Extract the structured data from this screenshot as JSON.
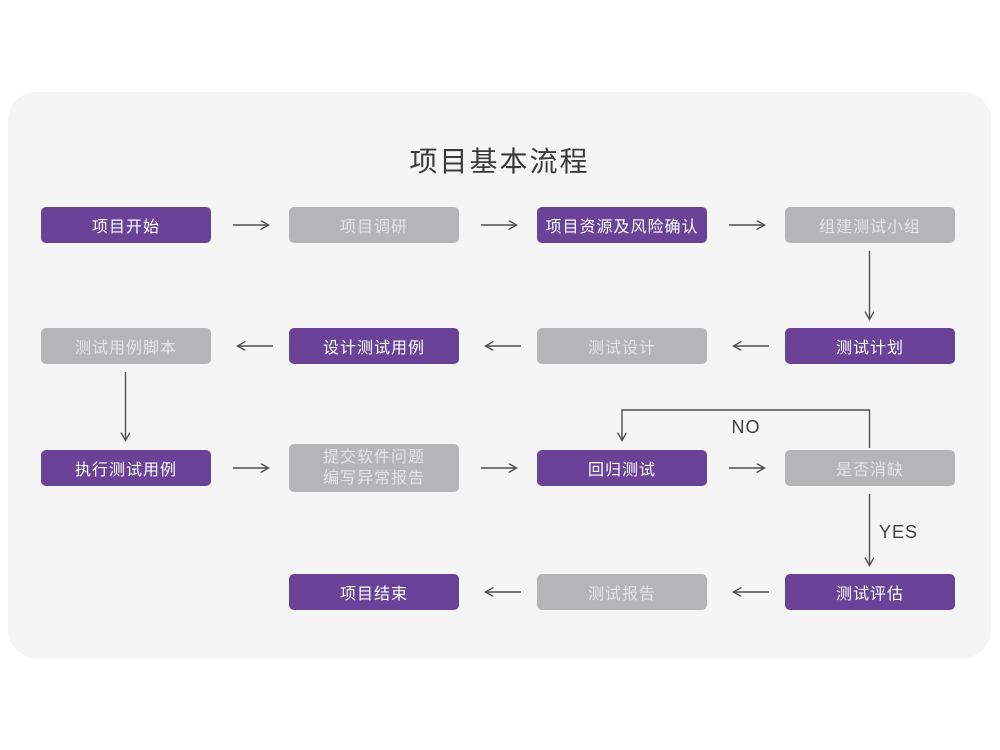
{
  "title": "项目基本流程",
  "colors": {
    "accent_purple": "#6a4297",
    "node_gray": "#b5b4b6",
    "card_background": "#f5f5f5",
    "arrow": "#4f4f4f",
    "title_text": "#3a3a3a"
  },
  "edge_labels": {
    "no": "NO",
    "yes": "YES"
  },
  "nodes": [
    {
      "id": "project-start",
      "label": "项目开始",
      "variant": "purple"
    },
    {
      "id": "project-research",
      "label": "项目调研",
      "variant": "gray"
    },
    {
      "id": "resource-risk",
      "label": "项目资源及风险确认",
      "variant": "purple"
    },
    {
      "id": "build-test-team",
      "label": "组建测试小组",
      "variant": "gray"
    },
    {
      "id": "test-plan",
      "label": "测试计划",
      "variant": "purple"
    },
    {
      "id": "test-design",
      "label": "测试设计",
      "variant": "gray"
    },
    {
      "id": "design-test-case",
      "label": "设计测试用例",
      "variant": "purple"
    },
    {
      "id": "test-case-script",
      "label": "测试用例脚本",
      "variant": "gray"
    },
    {
      "id": "execute-test-case",
      "label": "执行测试用例",
      "variant": "purple"
    },
    {
      "id": "submit-issue-report",
      "label_line1": "提交软件问题",
      "label_line2": "编写异常报告",
      "variant": "gray"
    },
    {
      "id": "regression-test",
      "label": "回归测试",
      "variant": "purple"
    },
    {
      "id": "defect-cleared",
      "label": "是否消缺",
      "variant": "gray"
    },
    {
      "id": "test-evaluation",
      "label": "测试评估",
      "variant": "purple"
    },
    {
      "id": "test-report",
      "label": "测试报告",
      "variant": "gray"
    },
    {
      "id": "project-end",
      "label": "项目结束",
      "variant": "purple"
    }
  ],
  "edges": [
    {
      "from": "project-start",
      "to": "project-research",
      "label": ""
    },
    {
      "from": "project-research",
      "to": "resource-risk",
      "label": ""
    },
    {
      "from": "resource-risk",
      "to": "build-test-team",
      "label": ""
    },
    {
      "from": "build-test-team",
      "to": "test-plan",
      "label": ""
    },
    {
      "from": "test-plan",
      "to": "test-design",
      "label": ""
    },
    {
      "from": "test-design",
      "to": "design-test-case",
      "label": ""
    },
    {
      "from": "design-test-case",
      "to": "test-case-script",
      "label": ""
    },
    {
      "from": "test-case-script",
      "to": "execute-test-case",
      "label": ""
    },
    {
      "from": "execute-test-case",
      "to": "submit-issue-report",
      "label": ""
    },
    {
      "from": "submit-issue-report",
      "to": "regression-test",
      "label": ""
    },
    {
      "from": "regression-test",
      "to": "defect-cleared",
      "label": ""
    },
    {
      "from": "defect-cleared",
      "to": "regression-test",
      "label": "NO"
    },
    {
      "from": "defect-cleared",
      "to": "test-evaluation",
      "label": "YES"
    },
    {
      "from": "test-evaluation",
      "to": "test-report",
      "label": ""
    },
    {
      "from": "test-report",
      "to": "project-end",
      "label": ""
    }
  ]
}
